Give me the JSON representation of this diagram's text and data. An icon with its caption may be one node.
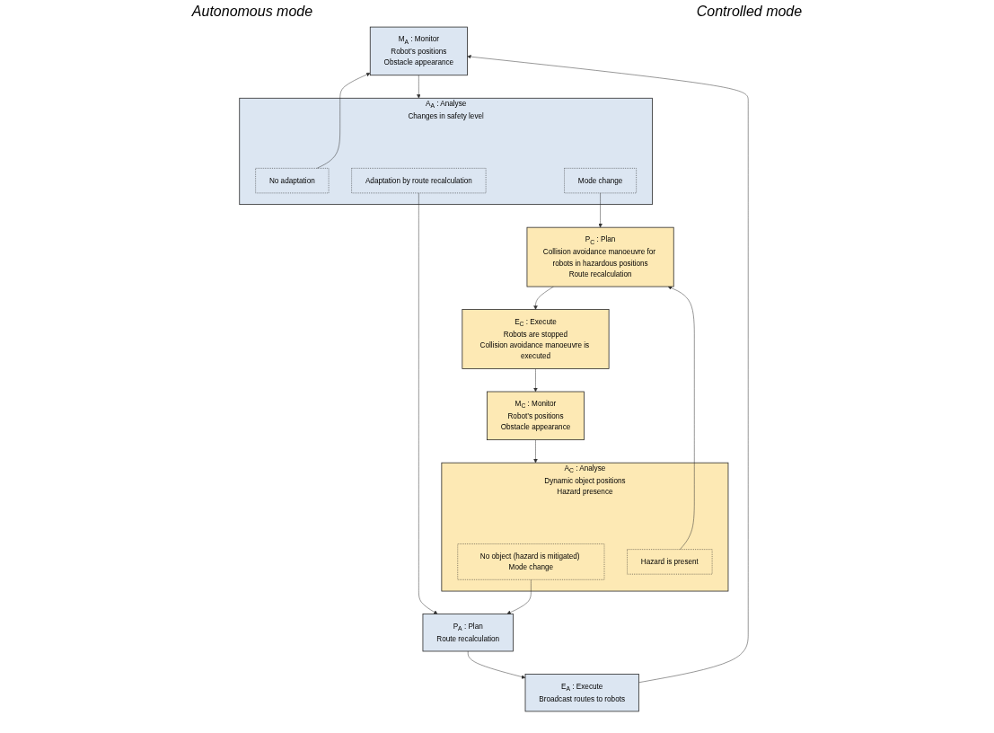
{
  "diagram": {
    "nodes": [
      {
        "text": [
          "M$_{A}$ : Monitor",
          "Robot’s positions",
          "Obstacle appearance"
        ]
      },
      {
        "text": [
          "A$_{A}$ : Analyse",
          "Changes in safety level"
        ]
      },
      {
        "text": [
          "No adaptation"
        ],
        "in": 1
      },
      {
        "text": [
          "Adaptation by route recalculation"
        ],
        "in": 1
      },
      {
        "text": [
          "Mode change"
        ],
        "in": 1
      },
      {
        "text": [
          "P$_{A}$ : Plan",
          "Route recalculation"
        ]
      },
      {
        "text": [
          "E$_{A}$ : Execute",
          "Broadcast routes to robots"
        ]
      },
      {
        "text": [
          "M$_{C}$ : Monitor",
          "Robot’s positions",
          "Obstacle appearance"
        ]
      },
      {
        "text": [
          "A$_{C}$ : Analyse",
          "Dynamic object positions",
          "Hazard presence"
        ]
      },
      {
        "text": [
          "No object (hazard is mitigated) Mode change"
        ],
        "in": 8
      },
      {
        "text": [
          "Hazard is present"
        ],
        "in": 8
      },
      {
        "text": [
          "P$_{C}$ : Plan",
          "Collision avoidance manoeuvre for robots in hazardous positions",
          "Route recalculation"
        ]
      },
      {
        "text": [
          "E$_{C}$ : Execute",
          "Robots are stopped",
          "Collision avoidance manoeuvre is executed"
        ]
      }
    ],
    "edges": [
      {
        "from": 0,
        "to": 1,
        "arrow": "to"
      },
      {
        "from": 2,
        "to": 0,
        "arrow": "to"
      },
      {
        "from": 6,
        "to": 0,
        "arrow": "to"
      },
      {
        "from": 3,
        "to": 5,
        "arrow": "to"
      },
      {
        "from": 4,
        "to": 11,
        "arrow": "to"
      },
      {
        "from": 9,
        "to": 5,
        "arrow": "to"
      },
      {
        "from": 10,
        "to": 11,
        "arrow": "to"
      },
      {
        "from": 5,
        "to": 6,
        "arrow": "to"
      },
      {
        "from": 7,
        "to": 8,
        "arrow": "to"
      },
      {
        "from": 11,
        "to": 12,
        "arrow": "to"
      },
      {
        "from": 12,
        "to": 7,
        "arrow": "to"
      }
    ],
    "labels": [
      "Autonomous mode",
      "Controlled mode"
    ]
  }
}
